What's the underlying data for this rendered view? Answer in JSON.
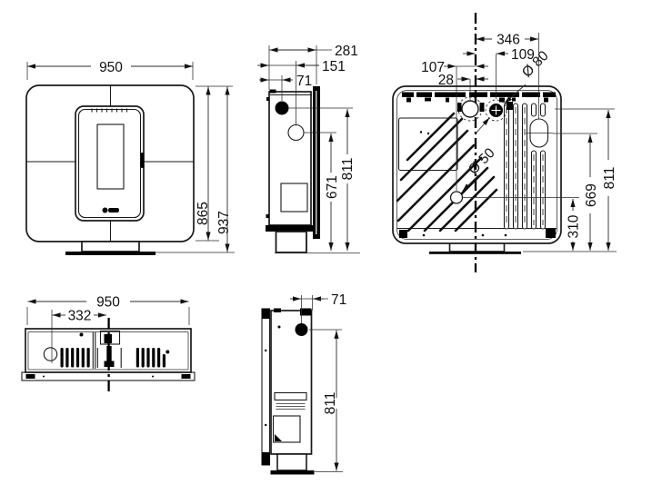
{
  "drawing": {
    "title": "stove-dimension-drawing",
    "views": {
      "front": {
        "dim_width": "950",
        "dim_body_height": "865",
        "dim_overall_height": "937"
      },
      "side_left": {
        "dim_depth": "281",
        "dim_air_inlet_offset": "151",
        "dim_flue_offset": "71",
        "dim_air_inlet_height": "671",
        "dim_flue_height": "811"
      },
      "rear": {
        "dim_duct_offset": "346",
        "dim_flue_offset": "109",
        "dim_hole_offset": "107",
        "dim_inlet_offset": "28",
        "label_flue_diameter": "Ø 80",
        "label_hole_diameter": "Ø 50",
        "dim_hole_height": "310",
        "dim_duct_height": "669",
        "dim_flue_height": "811"
      },
      "top": {
        "dim_width": "950",
        "dim_flue_offset": "332"
      },
      "side_right": {
        "dim_flue_offset": "71",
        "dim_flue_height": "811"
      }
    }
  }
}
